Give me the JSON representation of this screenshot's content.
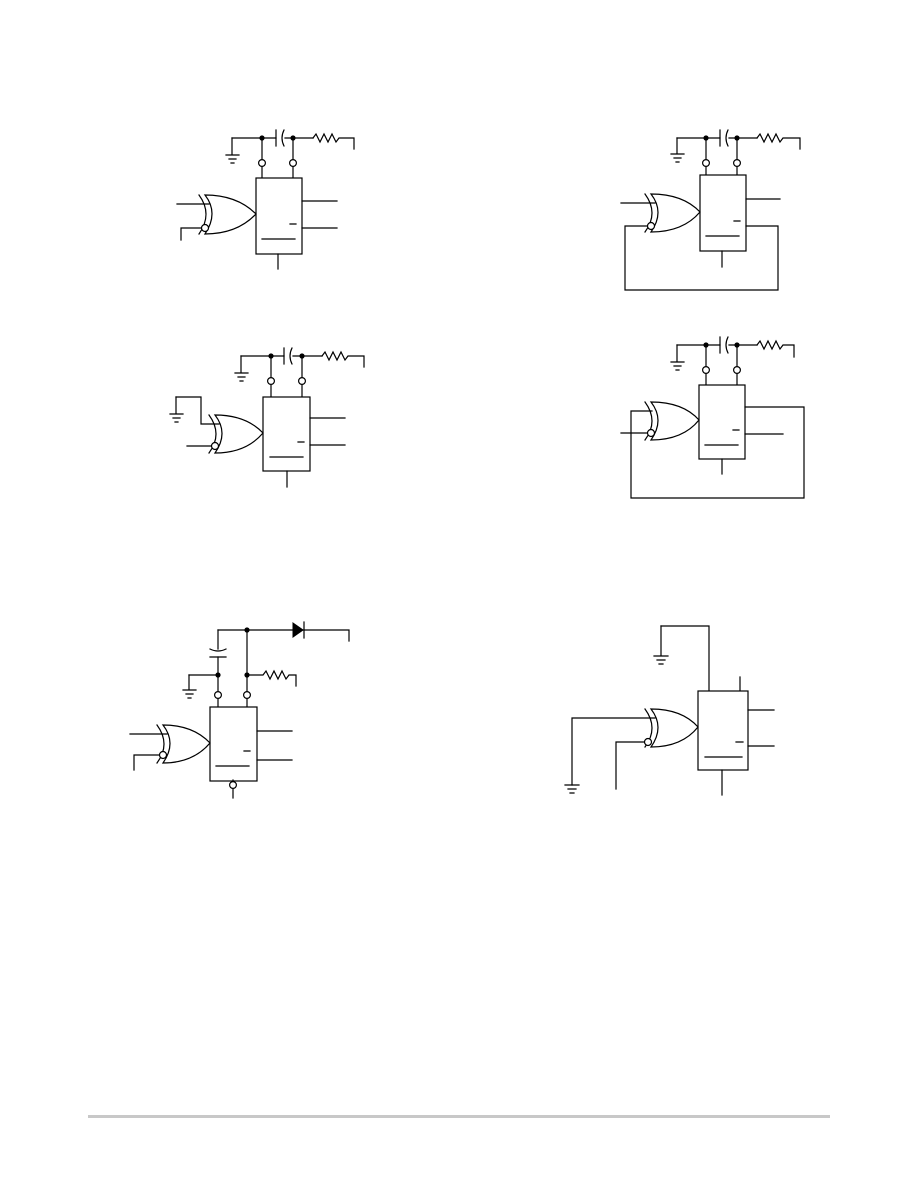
{
  "diagram": {
    "circuits": [
      {
        "id": "circuit-1",
        "feedback": "none"
      },
      {
        "id": "circuit-2",
        "feedback": "q-bar-to-inverted-input"
      },
      {
        "id": "circuit-3",
        "feedback": "none",
        "input": "grounded"
      },
      {
        "id": "circuit-4",
        "feedback": "q-to-inverted-input"
      },
      {
        "id": "circuit-5",
        "feedback": "none",
        "timing": "diode-capacitor"
      },
      {
        "id": "circuit-6",
        "feedback": "none",
        "timing": "grounded"
      }
    ],
    "colors": {
      "line": "#000000",
      "background": "#ffffff",
      "footer_rule": "#c8c8c8"
    }
  }
}
